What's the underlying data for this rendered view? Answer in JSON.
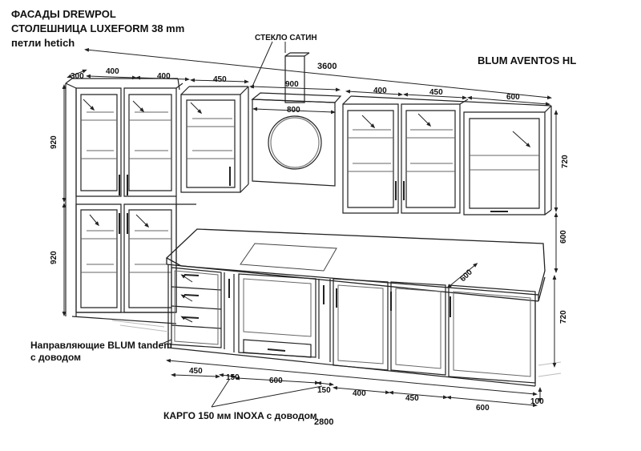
{
  "header": {
    "line1": "ФАСАДЫ DREWPOL",
    "line2": "СТОЛЕШНИЦА LUXEFORM 38 mm",
    "line3": "петли hetich"
  },
  "labels": {
    "glass": "СТЕКЛО САТИН",
    "lift": "BLUM AVENTOS HL",
    "guides_line1": "Направляющие BLUM tandem",
    "guides_line2": "с доводом",
    "cargo": "КАРГО 150 мм INOXA с доводом"
  },
  "dimensions": {
    "upper_depth": "300",
    "upper_w1": "400",
    "upper_w2": "400",
    "upper_w3": "450",
    "hood_width": "900",
    "total_top": "3600",
    "hood_panel": "800",
    "upper_right1": "400",
    "upper_right2": "450",
    "upper_right3": "600",
    "tall_upper_h": "920",
    "tall_lower_h": "920",
    "upper_h": "720",
    "gap_h": "600",
    "lower_h": "720",
    "worktop_depth": "600",
    "base_w1": "450",
    "cargo_w": "150",
    "base_w2": "600",
    "base_w3": "150",
    "base_w4": "400",
    "base_w5": "450",
    "base_w6": "600",
    "base_total": "2800",
    "plinth": "100"
  }
}
